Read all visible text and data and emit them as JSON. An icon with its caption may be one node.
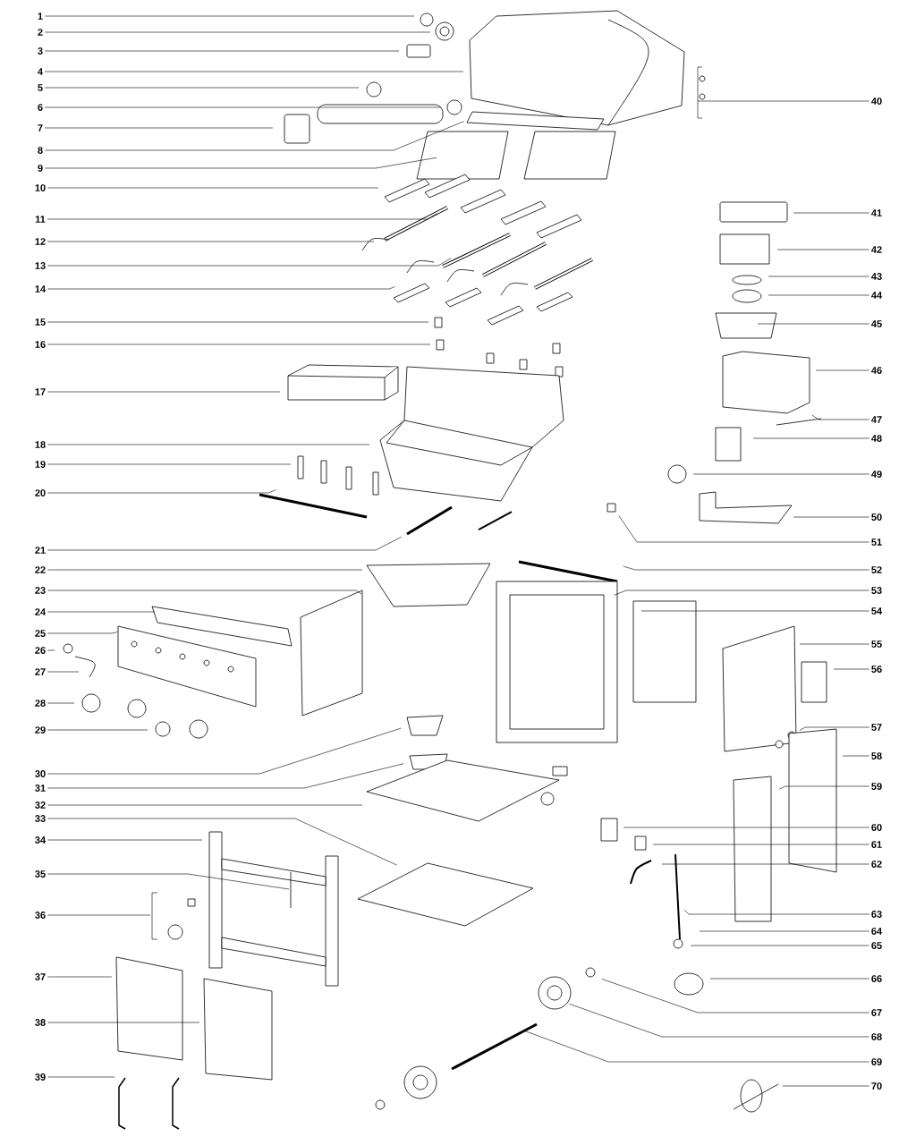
{
  "diagram": {
    "nodes": [
      {
        "text": [
          "1"
        ]
      },
      {
        "text": [
          "2"
        ]
      },
      {
        "text": [
          "3"
        ]
      },
      {
        "text": [
          "4"
        ]
      },
      {
        "text": [
          "5"
        ]
      },
      {
        "text": [
          "6"
        ]
      },
      {
        "text": [
          "7"
        ]
      },
      {
        "text": [
          "8"
        ]
      },
      {
        "text": [
          "9"
        ]
      },
      {
        "text": [
          "10"
        ]
      },
      {
        "text": [
          "11"
        ]
      },
      {
        "text": [
          "12"
        ]
      },
      {
        "text": [
          "13"
        ]
      },
      {
        "text": [
          "14"
        ]
      },
      {
        "text": [
          "15"
        ]
      },
      {
        "text": [
          "16"
        ]
      },
      {
        "text": [
          "17"
        ]
      },
      {
        "text": [
          "18"
        ]
      },
      {
        "text": [
          "19"
        ]
      },
      {
        "text": [
          "20"
        ]
      },
      {
        "text": [
          "21"
        ]
      },
      {
        "text": [
          "22"
        ]
      },
      {
        "text": [
          "23"
        ]
      },
      {
        "text": [
          "24"
        ]
      },
      {
        "text": [
          "25"
        ]
      },
      {
        "text": [
          "26"
        ]
      },
      {
        "text": [
          "27"
        ]
      },
      {
        "text": [
          "28"
        ]
      },
      {
        "text": [
          "29"
        ]
      },
      {
        "text": [
          "30"
        ]
      },
      {
        "text": [
          "31"
        ]
      },
      {
        "text": [
          "32"
        ]
      },
      {
        "text": [
          "33"
        ]
      },
      {
        "text": [
          "34"
        ]
      },
      {
        "text": [
          "35"
        ]
      },
      {
        "text": [
          "36"
        ]
      },
      {
        "text": [
          "37"
        ]
      },
      {
        "text": [
          "38"
        ]
      },
      {
        "text": [
          "39"
        ]
      },
      {
        "text": [
          "40"
        ]
      },
      {
        "text": [
          "41"
        ]
      },
      {
        "text": [
          "42"
        ]
      },
      {
        "text": [
          "43"
        ]
      },
      {
        "text": [
          "44"
        ]
      },
      {
        "text": [
          "45"
        ]
      },
      {
        "text": [
          "46"
        ]
      },
      {
        "text": [
          "47"
        ]
      },
      {
        "text": [
          "48"
        ]
      },
      {
        "text": [
          "49"
        ]
      },
      {
        "text": [
          "50"
        ]
      },
      {
        "text": [
          "51"
        ]
      },
      {
        "text": [
          "52"
        ]
      },
      {
        "text": [
          "53"
        ]
      },
      {
        "text": [
          "54"
        ]
      },
      {
        "text": [
          "55"
        ]
      },
      {
        "text": [
          "56"
        ]
      },
      {
        "text": [
          "57"
        ]
      },
      {
        "text": [
          "58"
        ]
      },
      {
        "text": [
          "59"
        ]
      },
      {
        "text": [
          "60"
        ]
      },
      {
        "text": [
          "61"
        ]
      },
      {
        "text": [
          "62"
        ]
      },
      {
        "text": [
          "63"
        ]
      },
      {
        "text": [
          "64"
        ]
      },
      {
        "text": [
          "65"
        ]
      },
      {
        "text": [
          "66"
        ]
      },
      {
        "text": [
          "67"
        ]
      },
      {
        "text": [
          "68"
        ]
      },
      {
        "text": [
          "69"
        ]
      },
      {
        "text": [
          "70"
        ]
      }
    ],
    "edges": [
      {
        "from": 0,
        "to": null,
        "arrow": "none"
      },
      {
        "from": 1,
        "to": null,
        "arrow": "none"
      },
      {
        "from": 2,
        "to": null,
        "arrow": "none"
      },
      {
        "from": 3,
        "to": null,
        "arrow": "none"
      },
      {
        "from": 4,
        "to": null,
        "arrow": "none"
      },
      {
        "from": 5,
        "to": null,
        "arrow": "none"
      },
      {
        "from": 6,
        "to": null,
        "arrow": "none"
      },
      {
        "from": 7,
        "to": null,
        "arrow": "none"
      },
      {
        "from": 8,
        "to": null,
        "arrow": "none"
      },
      {
        "from": 9,
        "to": null,
        "arrow": "none"
      },
      {
        "from": 10,
        "to": null,
        "arrow": "none"
      },
      {
        "from": 11,
        "to": null,
        "arrow": "none"
      },
      {
        "from": 12,
        "to": null,
        "arrow": "none"
      },
      {
        "from": 13,
        "to": null,
        "arrow": "none"
      },
      {
        "from": 14,
        "to": null,
        "arrow": "none"
      },
      {
        "from": 15,
        "to": null,
        "arrow": "none"
      },
      {
        "from": 16,
        "to": null,
        "arrow": "none"
      },
      {
        "from": 17,
        "to": null,
        "arrow": "none"
      },
      {
        "from": 18,
        "to": null,
        "arrow": "none"
      },
      {
        "from": 19,
        "to": null,
        "arrow": "none"
      },
      {
        "from": 20,
        "to": null,
        "arrow": "none"
      },
      {
        "from": 21,
        "to": null,
        "arrow": "none"
      },
      {
        "from": 22,
        "to": null,
        "arrow": "none"
      },
      {
        "from": 23,
        "to": null,
        "arrow": "none"
      },
      {
        "from": 24,
        "to": null,
        "arrow": "none"
      },
      {
        "from": 25,
        "to": null,
        "arrow": "none"
      },
      {
        "from": 26,
        "to": null,
        "arrow": "none"
      },
      {
        "from": 27,
        "to": null,
        "arrow": "none"
      },
      {
        "from": 28,
        "to": null,
        "arrow": "none"
      },
      {
        "from": 29,
        "to": null,
        "arrow": "none"
      },
      {
        "from": 30,
        "to": null,
        "arrow": "none"
      },
      {
        "from": 31,
        "to": null,
        "arrow": "none"
      },
      {
        "from": 32,
        "to": null,
        "arrow": "none"
      },
      {
        "from": 33,
        "to": null,
        "arrow": "none"
      },
      {
        "from": 34,
        "to": null,
        "arrow": "none"
      },
      {
        "from": 35,
        "to": null,
        "arrow": "none"
      },
      {
        "from": 36,
        "to": null,
        "arrow": "none"
      },
      {
        "from": 37,
        "to": null,
        "arrow": "none"
      },
      {
        "from": 38,
        "to": null,
        "arrow": "none"
      },
      {
        "from": 39,
        "to": null,
        "arrow": "none"
      },
      {
        "from": 40,
        "to": null,
        "arrow": "none"
      },
      {
        "from": 41,
        "to": null,
        "arrow": "none"
      },
      {
        "from": 42,
        "to": null,
        "arrow": "none"
      },
      {
        "from": 43,
        "to": null,
        "arrow": "none"
      },
      {
        "from": 44,
        "to": null,
        "arrow": "none"
      },
      {
        "from": 45,
        "to": null,
        "arrow": "none"
      },
      {
        "from": 46,
        "to": null,
        "arrow": "none"
      },
      {
        "from": 47,
        "to": null,
        "arrow": "none"
      },
      {
        "from": 48,
        "to": null,
        "arrow": "none"
      },
      {
        "from": 49,
        "to": null,
        "arrow": "none"
      },
      {
        "from": 50,
        "to": null,
        "arrow": "none"
      },
      {
        "from": 51,
        "to": null,
        "arrow": "none"
      },
      {
        "from": 52,
        "to": null,
        "arrow": "none"
      },
      {
        "from": 53,
        "to": null,
        "arrow": "none"
      },
      {
        "from": 54,
        "to": null,
        "arrow": "none"
      },
      {
        "from": 55,
        "to": null,
        "arrow": "none"
      },
      {
        "from": 56,
        "to": null,
        "arrow": "none"
      },
      {
        "from": 57,
        "to": null,
        "arrow": "none"
      },
      {
        "from": 58,
        "to": null,
        "arrow": "none"
      },
      {
        "from": 59,
        "to": null,
        "arrow": "none"
      },
      {
        "from": 60,
        "to": null,
        "arrow": "none"
      },
      {
        "from": 61,
        "to": null,
        "arrow": "none"
      },
      {
        "from": 62,
        "to": null,
        "arrow": "none"
      },
      {
        "from": 63,
        "to": null,
        "arrow": "none"
      },
      {
        "from": 64,
        "to": null,
        "arrow": "none"
      },
      {
        "from": 65,
        "to": null,
        "arrow": "none"
      },
      {
        "from": 66,
        "to": null,
        "arrow": "none"
      },
      {
        "from": 67,
        "to": null,
        "arrow": "none"
      },
      {
        "from": 68,
        "to": null,
        "arrow": "none"
      },
      {
        "from": 69,
        "to": null,
        "arrow": "none"
      }
    ]
  }
}
